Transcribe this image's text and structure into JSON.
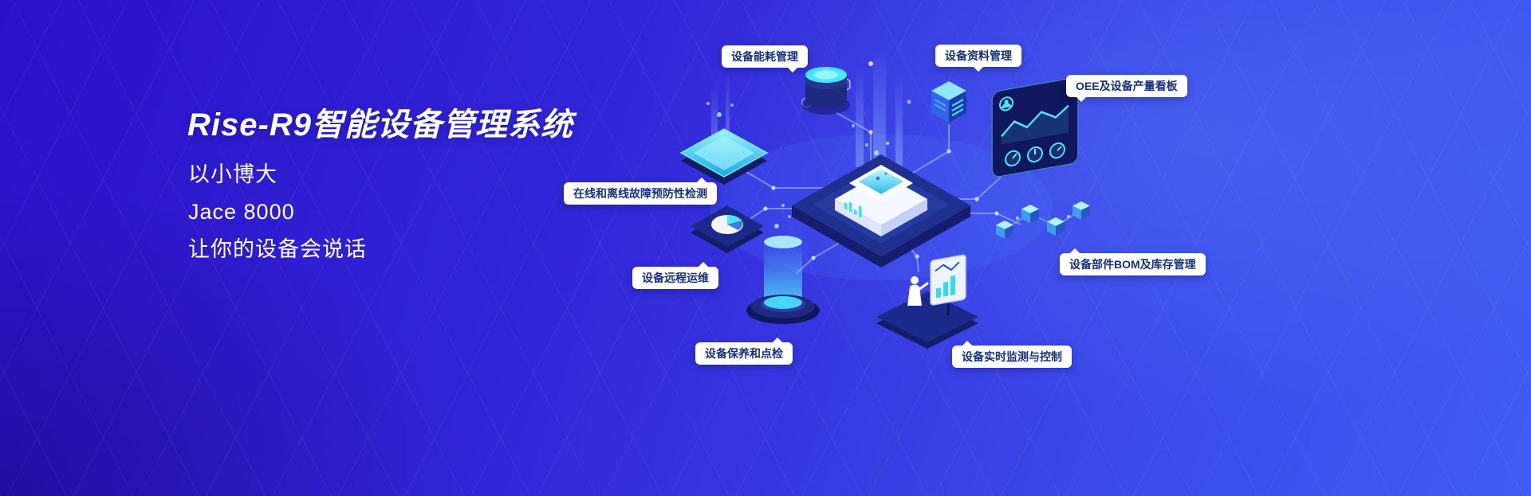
{
  "hero": {
    "title": "Rise-R9智能设备管理系统",
    "subtitle_lines": [
      "以小博大",
      "Jace 8000",
      "让你的设备会说话"
    ]
  },
  "callouts": [
    {
      "id": "energy",
      "label": "设备能耗管理"
    },
    {
      "id": "docs",
      "label": "设备资料管理"
    },
    {
      "id": "oee",
      "label": "OEE及设备产量看板"
    },
    {
      "id": "detection",
      "label": "在线和离线故障预防性检测"
    },
    {
      "id": "remote",
      "label": "设备远程运维"
    },
    {
      "id": "maintenance",
      "label": "设备保养和点检"
    },
    {
      "id": "monitoring",
      "label": "设备实时监测与控制"
    },
    {
      "id": "bom",
      "label": "设备部件BOM及库存管理"
    }
  ],
  "illustration_icons": [
    "central-device-icon",
    "database-icon",
    "server-rack-icon",
    "dashboard-screen-icon",
    "glowing-panel-icon",
    "pie-chart-icon",
    "hologram-projector-icon",
    "presenter-board-icon",
    "linked-cubes-icon"
  ],
  "colors": {
    "background_left": "#2a11c8",
    "background_right": "#3f5cf2",
    "accent_teal": "#49e6ff",
    "callout_bg": "#ffffff",
    "callout_text": "#16317d"
  }
}
